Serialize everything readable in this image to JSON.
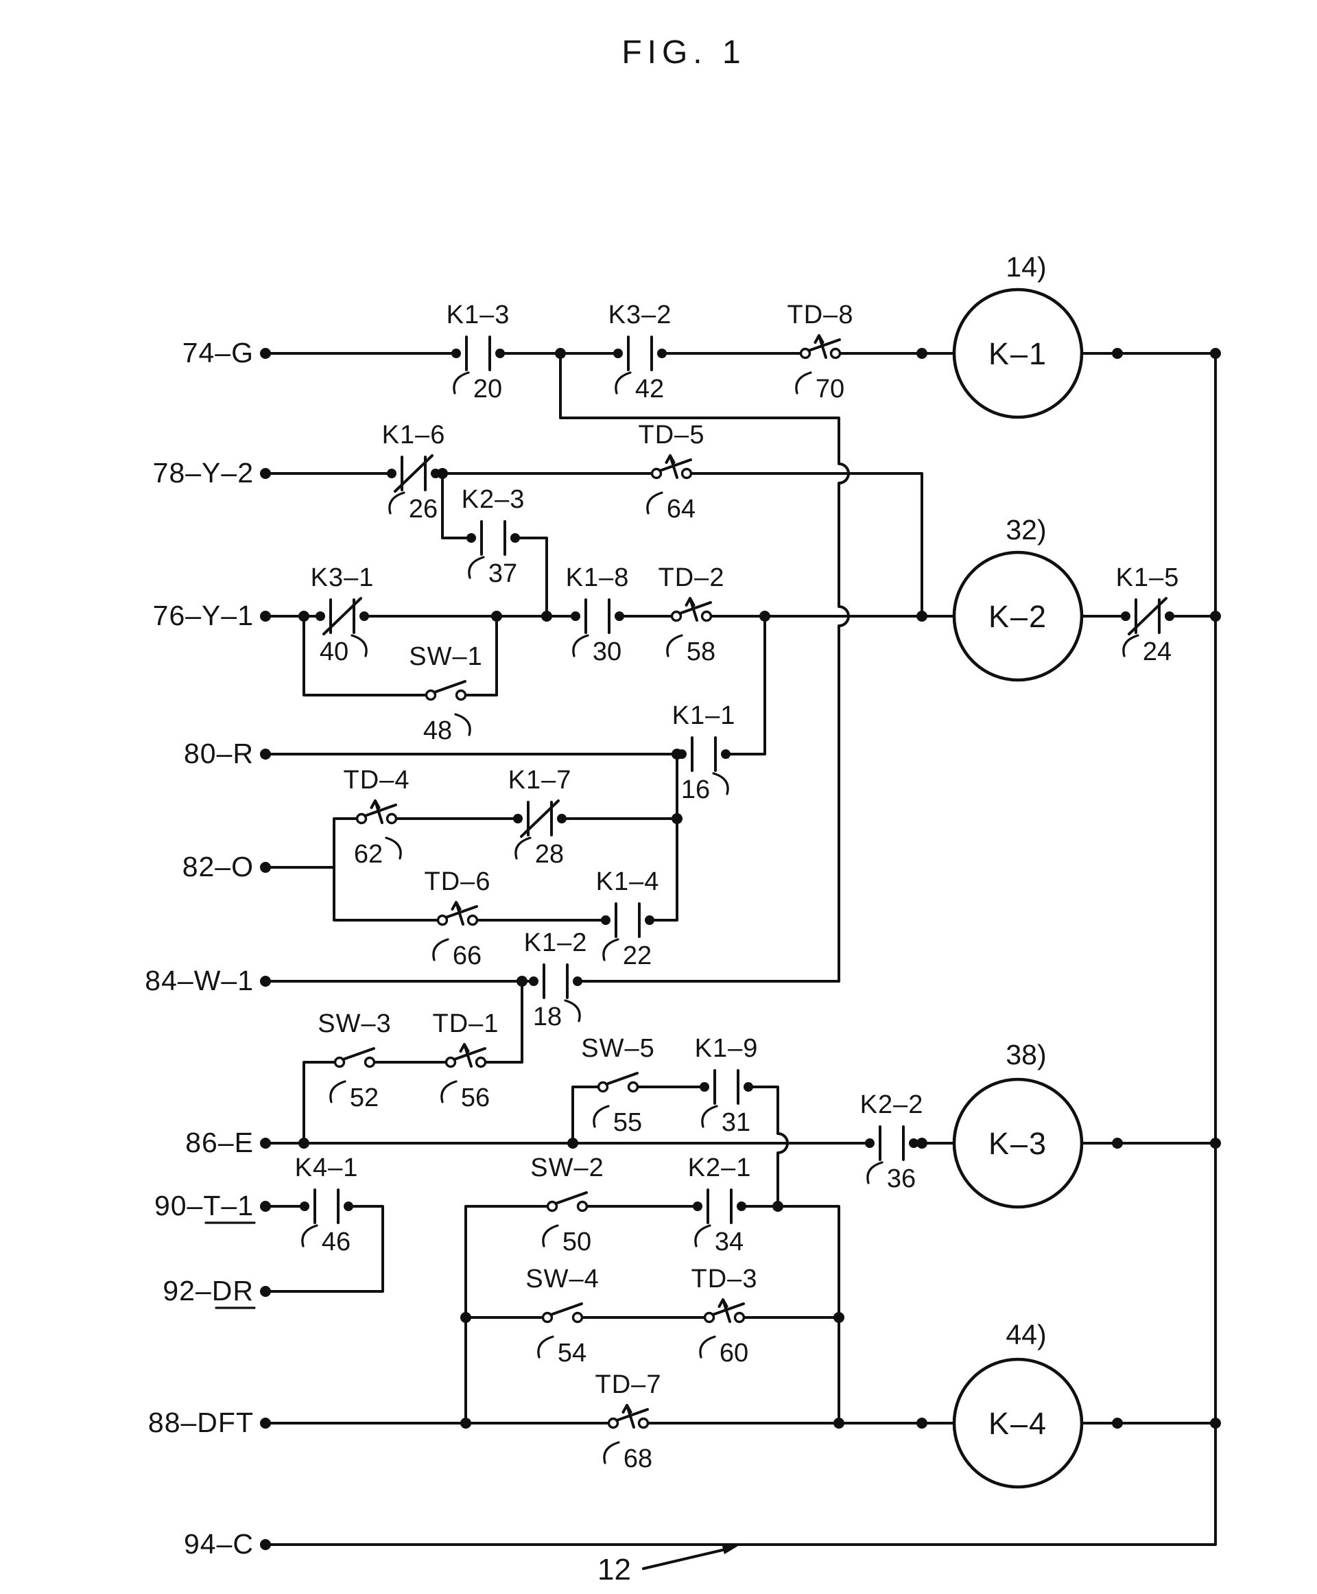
{
  "figure": {
    "title": "FIG. 1",
    "lead_ref": "12"
  },
  "rails": {
    "g": {
      "label": "74–G"
    },
    "y2": {
      "label": "78–Y–2"
    },
    "y1": {
      "label": "76–Y–1"
    },
    "r": {
      "label": "80–R"
    },
    "o": {
      "label": "82–O"
    },
    "w1": {
      "label": "84–W–1"
    },
    "e": {
      "label": "86–E"
    },
    "t1": {
      "label": "90–T–1"
    },
    "dr": {
      "label": "92–DR"
    },
    "dft": {
      "label": "88–DFT"
    },
    "c": {
      "label": "94–C"
    }
  },
  "coils": {
    "k1": {
      "name": "K–1",
      "ref": "14)"
    },
    "k2": {
      "name": "K–2",
      "ref": "32)"
    },
    "k3": {
      "name": "K–3",
      "ref": "38)"
    },
    "k4": {
      "name": "K–4",
      "ref": "44)"
    }
  },
  "contacts": {
    "k1_3": {
      "name": "K1–3",
      "ref": "20"
    },
    "k3_2": {
      "name": "K3–2",
      "ref": "42"
    },
    "td_8": {
      "name": "TD–8",
      "ref": "70"
    },
    "k1_6": {
      "name": "K1–6",
      "ref": "26"
    },
    "td_5": {
      "name": "TD–5",
      "ref": "64"
    },
    "k2_3": {
      "name": "K2–3",
      "ref": "37"
    },
    "k3_1": {
      "name": "K3–1",
      "ref": "40"
    },
    "sw_1": {
      "name": "SW–1",
      "ref": "48"
    },
    "k1_8": {
      "name": "K1–8",
      "ref": "30"
    },
    "td_2": {
      "name": "TD–2",
      "ref": "58"
    },
    "k1_5": {
      "name": "K1–5",
      "ref": "24"
    },
    "k1_1": {
      "name": "K1–1",
      "ref": "16"
    },
    "td_4": {
      "name": "TD–4",
      "ref": "62"
    },
    "k1_7": {
      "name": "K1–7",
      "ref": "28"
    },
    "td_6": {
      "name": "TD–6",
      "ref": "66"
    },
    "k1_4": {
      "name": "K1–4",
      "ref": "22"
    },
    "k1_2": {
      "name": "K1–2",
      "ref": "18"
    },
    "sw_3": {
      "name": "SW–3",
      "ref": "52"
    },
    "td_1": {
      "name": "TD–1",
      "ref": "56"
    },
    "sw_5": {
      "name": "SW–5",
      "ref": "55"
    },
    "k1_9": {
      "name": "K1–9",
      "ref": "31"
    },
    "k2_2": {
      "name": "K2–2",
      "ref": "36"
    },
    "k4_1": {
      "name": "K4–1",
      "ref": "46"
    },
    "sw_2": {
      "name": "SW–2",
      "ref": "50"
    },
    "k2_1": {
      "name": "K2–1",
      "ref": "34"
    },
    "sw_4": {
      "name": "SW–4",
      "ref": "54"
    },
    "td_3": {
      "name": "TD–3",
      "ref": "60"
    },
    "td_7": {
      "name": "TD–7",
      "ref": "68"
    }
  }
}
